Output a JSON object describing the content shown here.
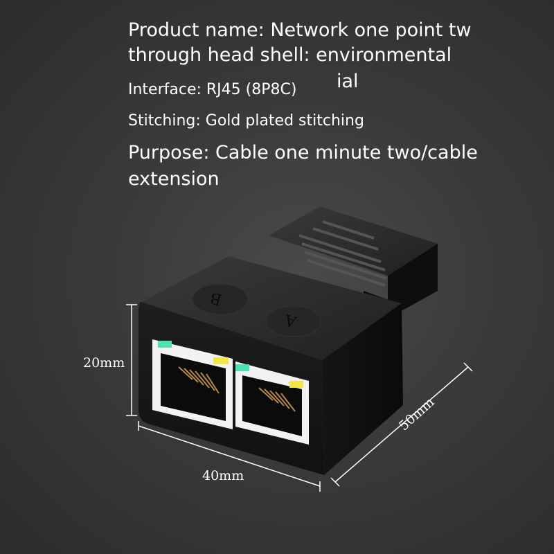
{
  "specs": {
    "product_name": "Product name: Network one point tw",
    "shell": "through head shell: environmental",
    "shell_tail": "ial",
    "interface": "Interface: RJ45 (8P8C)",
    "stitching": "Stitching: Gold plated stitching",
    "purpose_line1": "Purpose: Cable one minute two/cable",
    "purpose_line2": "extension"
  },
  "ports": {
    "left_mark": "B",
    "right_mark": "A"
  },
  "dimensions": {
    "height": "20mm",
    "width": "40mm",
    "depth": "50mm"
  },
  "colors": {
    "body": "#1a1a1a",
    "led_green": "#4fe0b0",
    "led_yellow": "#f0e64a",
    "contacts": "#b88a4a"
  }
}
